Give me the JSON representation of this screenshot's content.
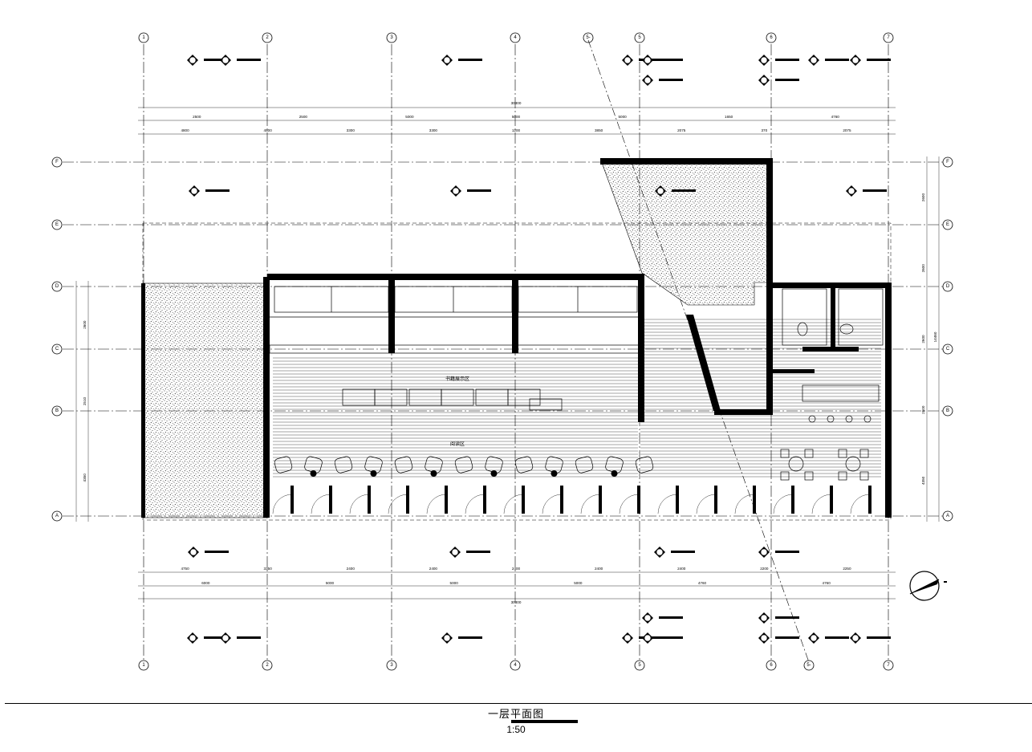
{
  "drawing": {
    "title": "一层平面图",
    "scale": "1:50"
  },
  "grid": {
    "columns": [
      "1",
      "2",
      "3",
      "4",
      "5",
      "6",
      "7"
    ],
    "rows": [
      "F",
      "E",
      "D",
      "C",
      "B",
      "A"
    ],
    "section_marks": [
      "5-",
      "5-"
    ]
  },
  "dimensions": {
    "overall_top": "30300",
    "overall_bottom": "30300",
    "top_chain": [
      "2500",
      "2500",
      "5000",
      "5000",
      "5000",
      "1650",
      "4760"
    ],
    "top_chain_2": [
      "4800",
      "4800",
      "3300",
      "3300",
      "1200",
      "3850",
      "2075",
      "370",
      "2075"
    ],
    "bottom_chain": [
      "6000",
      "5000",
      "5000",
      "5000",
      "4760",
      "4760"
    ],
    "bottom_chain_2": [
      "4750",
      "3350",
      "2400",
      "2400",
      "2400",
      "2400",
      "2400",
      "2200",
      "2250"
    ],
    "right_chain": [
      "2600",
      "2600",
      "2600",
      "2600",
      "4350"
    ],
    "right_total": "14460",
    "left_chain": [
      "2600",
      "2510",
      "4350"
    ]
  },
  "rooms": [
    {
      "label": "书籍展示区"
    },
    {
      "label": "阅读区"
    }
  ],
  "colors": {
    "ink": "#000000",
    "paper": "#ffffff",
    "hatch": "#8a8a8a"
  }
}
